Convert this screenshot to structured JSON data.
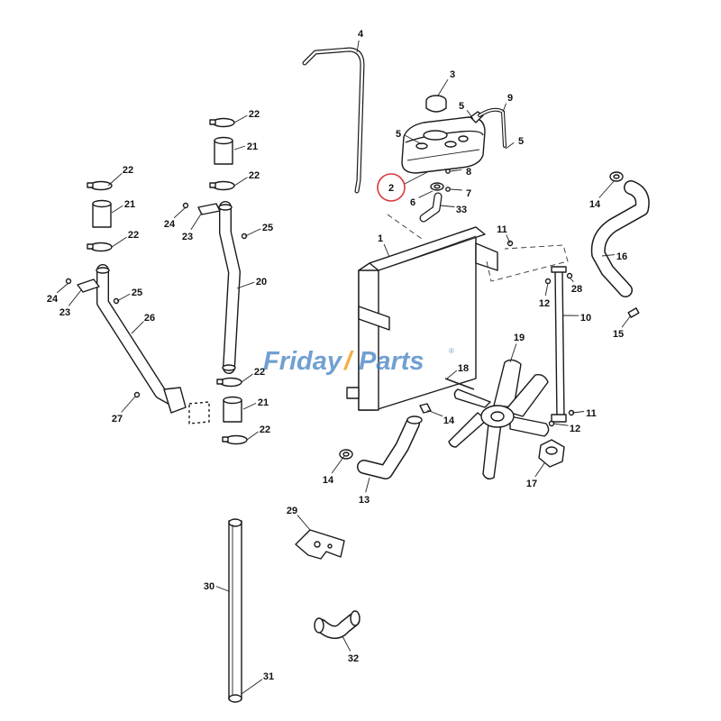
{
  "watermark": {
    "text_a": "Friday",
    "text_b": "Parts",
    "mark": "®",
    "color_primary": "#4a86c6",
    "color_accent": "#f0a020"
  },
  "highlight": {
    "label": "2",
    "color": "#d9363e"
  },
  "callouts": [
    "1",
    "3",
    "4",
    "5",
    "5",
    "5",
    "6",
    "7",
    "8",
    "9",
    "10",
    "11",
    "11",
    "12",
    "12",
    "13",
    "14",
    "14",
    "14",
    "15",
    "16",
    "17",
    "18",
    "19",
    "20",
    "21",
    "21",
    "21",
    "22",
    "22",
    "22",
    "22",
    "22",
    "22",
    "23",
    "23",
    "24",
    "24",
    "25",
    "25",
    "26",
    "27",
    "28",
    "29",
    "30",
    "31",
    "32",
    "33"
  ]
}
